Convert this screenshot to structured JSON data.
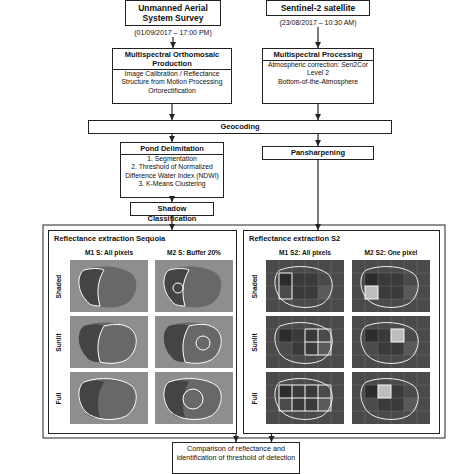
{
  "diagram": {
    "nodes": [
      {
        "text": [
          "Unmanned Aerial System Survey",
          "(01/09/2017 – 17:00 PM)"
        ]
      },
      {
        "text": [
          "Sentinel-2 satellite",
          "(23/08/2017 – 10:30 AM)"
        ]
      },
      {
        "text": [
          "Multispectral Orthomosaic Production",
          "Image Calibration / Reflectance",
          "Structure from Motion Processing",
          "Ortorectification"
        ]
      },
      {
        "text": [
          "Multispectral Processing",
          "Atmospheric correction: Sen2Cor",
          "Level 2",
          "Bottom-of-the-Atmosphere"
        ]
      },
      {
        "text": [
          "Geocoding"
        ]
      },
      {
        "text": [
          "Pond Delimitation",
          "1. Segmentation",
          "2. Threshold of Normalized Difference Water Index (NDWI)",
          "3. K-Means Clustering"
        ]
      },
      {
        "text": [
          "Pansharpening"
        ]
      },
      {
        "text": [
          "Shadow Classification"
        ]
      },
      {
        "text": [
          "Reflectance extraction Sequoia"
        ]
      },
      {
        "text": [
          "Reflectance extraction S2"
        ]
      },
      {
        "text": [
          "Comparison of reflectance and identification of threshold of detection"
        ]
      }
    ],
    "edges": [
      {
        "from": 0,
        "to": 2,
        "arrow": "to"
      },
      {
        "from": 1,
        "to": 3,
        "arrow": "to"
      },
      {
        "from": 2,
        "to": 4,
        "arrow": "to"
      },
      {
        "from": 3,
        "to": 4,
        "arrow": "to"
      },
      {
        "from": 4,
        "to": 5,
        "arrow": "to"
      },
      {
        "from": 4,
        "to": 6,
        "arrow": "to"
      },
      {
        "from": 5,
        "to": 7,
        "arrow": "to"
      },
      {
        "from": 7,
        "to": 8,
        "arrow": "to"
      },
      {
        "from": 6,
        "to": 9,
        "arrow": "to"
      },
      {
        "from": 8,
        "to": 10,
        "arrow": "to"
      },
      {
        "from": 9,
        "to": 10,
        "arrow": "to"
      }
    ],
    "labels": [
      "M1 S: All pixels",
      "M2 S: Buffer 20%",
      "Shaded",
      "Sunlit",
      "Full",
      "M1 S2: All pixels",
      "M2 S2: One pixel",
      "Shaded",
      "Sunlit",
      "Full"
    ]
  }
}
